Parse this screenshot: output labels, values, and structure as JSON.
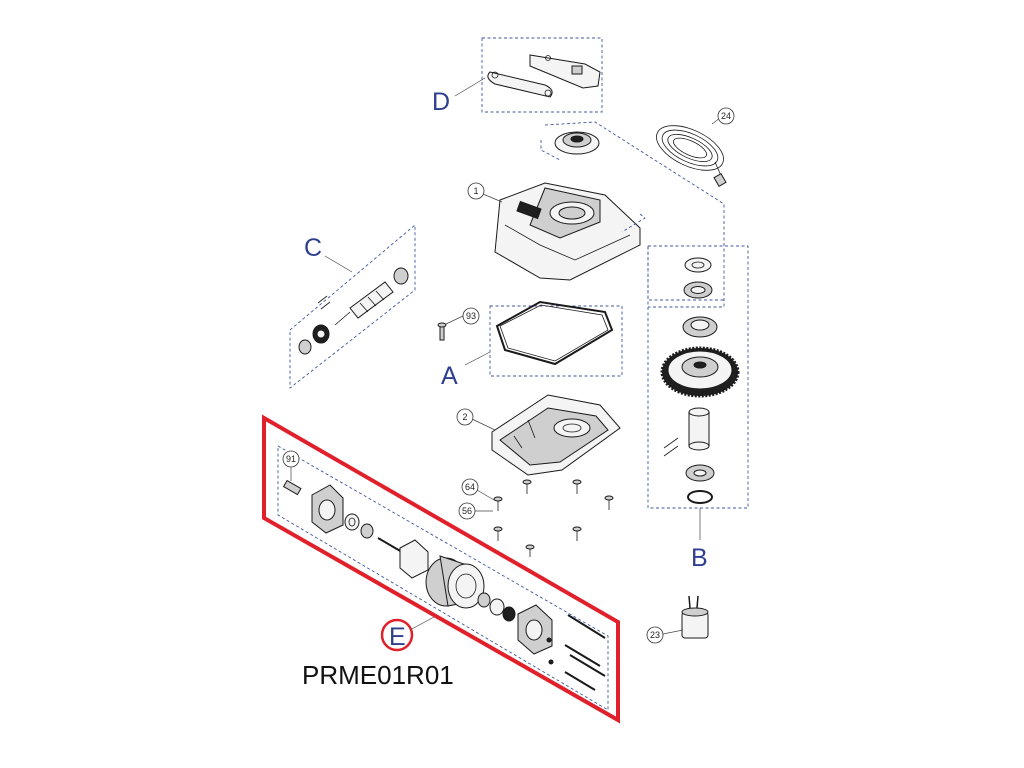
{
  "groups": {
    "A": "A",
    "B": "B",
    "C": "C",
    "D": "D",
    "E": "E"
  },
  "part_numbers": {
    "housing_top": "1",
    "housing_bottom": "2",
    "antenna_cable": "24",
    "screw_93": "93",
    "screw_64": "64",
    "screw_56": "56",
    "pin_91": "91",
    "capacitor": "23"
  },
  "highlight": {
    "color": "#e0202a",
    "code": "PRME01R01"
  },
  "colors": {
    "group_lines": "#41579f",
    "group_letters": "#2e3f8f"
  }
}
